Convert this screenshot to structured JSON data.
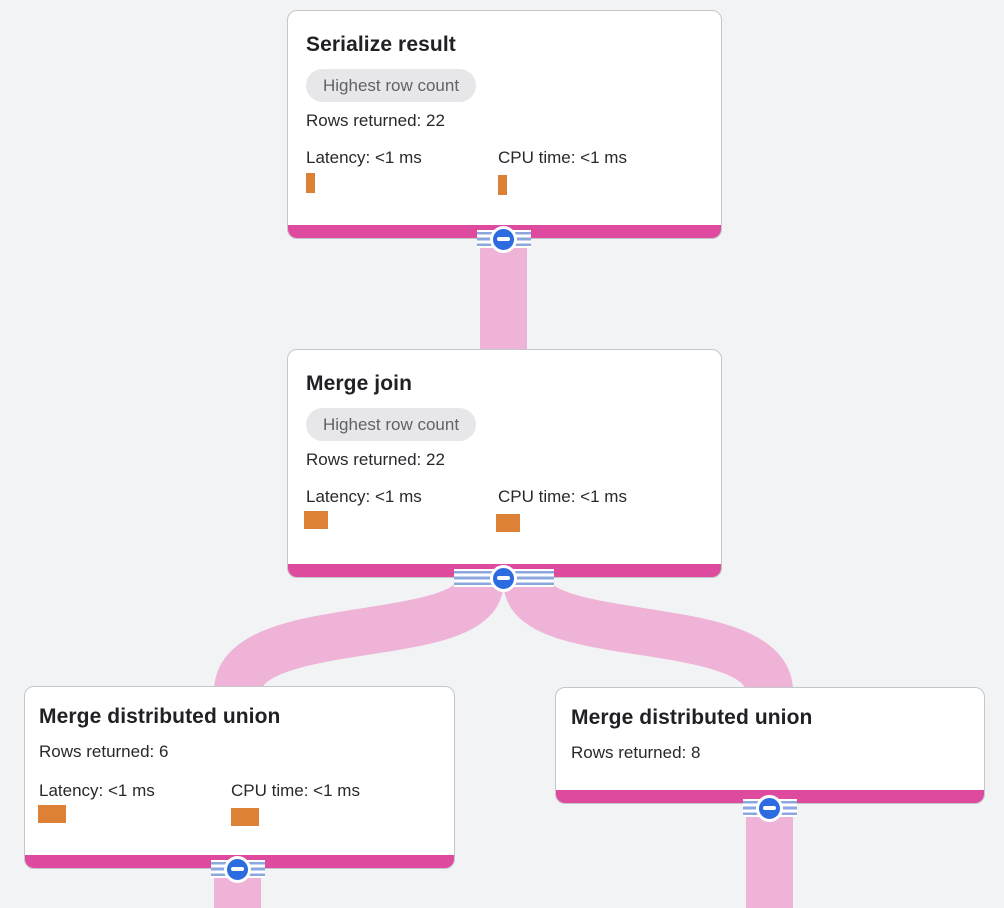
{
  "app": {
    "description": "Query execution plan visualizer"
  },
  "colors": {
    "background": "#f1f3f4",
    "card_background": "#ffffff",
    "card_border": "#c4c7ca",
    "accent_pink": "#de4a9d",
    "flow_pink": "#efb3d8",
    "collapse_blue": "#2c6be0",
    "handle_stripe_blue": "#8ba7dd",
    "metric_orange": "#dd8136",
    "badge_background": "#e7e7e9",
    "badge_text": "#5f6368",
    "title_text": "#202124",
    "body_text": "#27292c"
  },
  "nodes": {
    "serialize_result": {
      "title": "Serialize result",
      "badge": "Highest row count",
      "rows_returned": "Rows returned: 22",
      "latency": "Latency: <1 ms",
      "cpu_time": "CPU time: <1 ms"
    },
    "merge_join": {
      "title": "Merge join",
      "badge": "Highest row count",
      "rows_returned": "Rows returned: 22",
      "latency": "Latency: <1 ms",
      "cpu_time": "CPU time: <1 ms"
    },
    "merge_distributed_union_left": {
      "title": "Merge distributed union",
      "rows_returned": "Rows returned: 6",
      "latency": "Latency: <1 ms",
      "cpu_time": "CPU time: <1 ms"
    },
    "merge_distributed_union_right": {
      "title": "Merge distributed union",
      "rows_returned": "Rows returned: 8"
    }
  }
}
